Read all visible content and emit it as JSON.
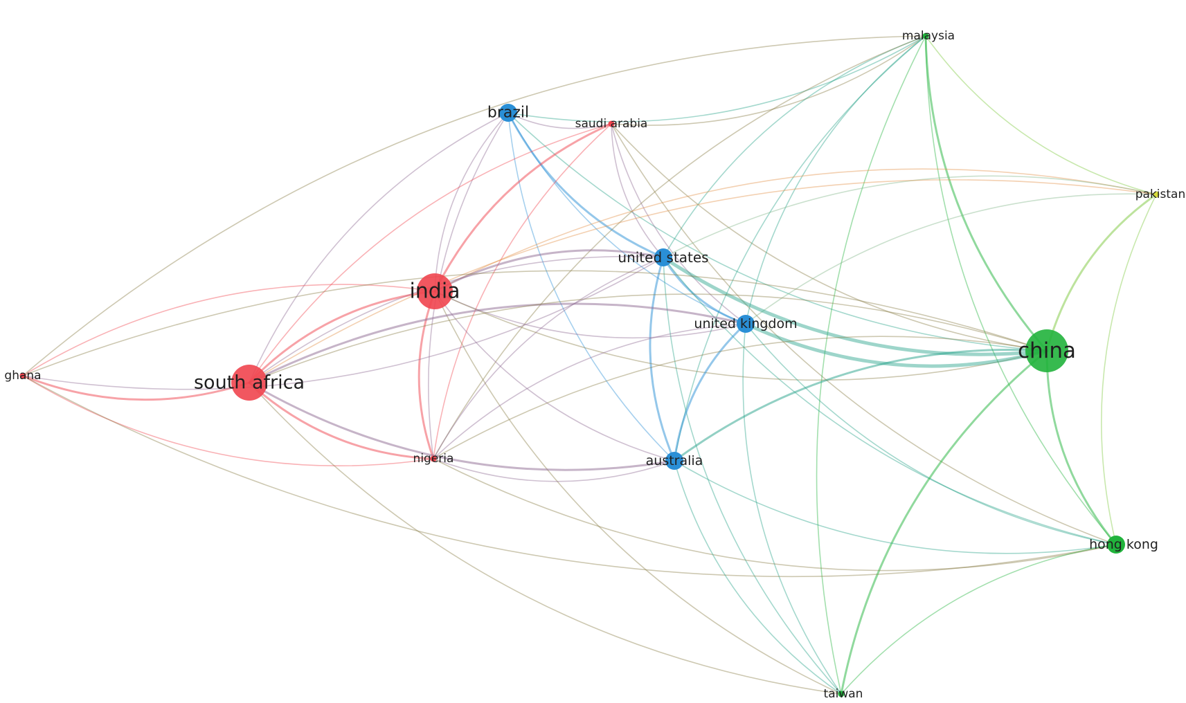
{
  "clusters": {
    "red": "#f0454f",
    "blue": "#2a8fd6",
    "green": "#21b33c",
    "yellow": "#d7dc3a"
  },
  "nodes": [
    {
      "id": "brazil",
      "label": "brazil",
      "cluster": "blue",
      "weight": 2
    },
    {
      "id": "saudi_arabia",
      "label": "saudi arabia",
      "cluster": "red",
      "weight": 1
    },
    {
      "id": "malaysia",
      "label": "malaysia",
      "cluster": "green",
      "weight": 1
    },
    {
      "id": "pakistan",
      "label": "pakistan",
      "cluster": "yellow",
      "weight": 1
    },
    {
      "id": "united_states",
      "label": "united states",
      "cluster": "blue",
      "weight": 2
    },
    {
      "id": "india",
      "label": "india",
      "cluster": "red",
      "weight": 4
    },
    {
      "id": "united_kingdom",
      "label": "united kingdom",
      "cluster": "blue",
      "weight": 2
    },
    {
      "id": "china",
      "label": "china",
      "cluster": "green",
      "weight": 5
    },
    {
      "id": "ghana",
      "label": "ghana",
      "cluster": "red",
      "weight": 1
    },
    {
      "id": "south_africa",
      "label": "south africa",
      "cluster": "red",
      "weight": 4
    },
    {
      "id": "nigeria",
      "label": "nigeria",
      "cluster": "red",
      "weight": 1
    },
    {
      "id": "australia",
      "label": "australia",
      "cluster": "blue",
      "weight": 2
    },
    {
      "id": "hong_kong",
      "label": "hong kong",
      "cluster": "green",
      "weight": 2
    },
    {
      "id": "taiwan",
      "label": "taiwan",
      "cluster": "green",
      "weight": 1
    }
  ],
  "links": [
    [
      "brazil",
      "malaysia",
      1
    ],
    [
      "brazil",
      "south_africa",
      1
    ],
    [
      "brazil",
      "india",
      1
    ],
    [
      "brazil",
      "united_states",
      2
    ],
    [
      "brazil",
      "united_kingdom",
      1
    ],
    [
      "brazil",
      "australia",
      1
    ],
    [
      "brazil",
      "nigeria",
      1
    ],
    [
      "brazil",
      "saudi_arabia",
      1
    ],
    [
      "brazil",
      "china",
      1
    ],
    [
      "saudi_arabia",
      "india",
      2
    ],
    [
      "saudi_arabia",
      "south_africa",
      1
    ],
    [
      "saudi_arabia",
      "united_states",
      1
    ],
    [
      "saudi_arabia",
      "united_kingdom",
      1
    ],
    [
      "saudi_arabia",
      "malaysia",
      1
    ],
    [
      "saudi_arabia",
      "china",
      1
    ],
    [
      "saudi_arabia",
      "nigeria",
      1
    ],
    [
      "saudi_arabia",
      "hong_kong",
      1
    ],
    [
      "malaysia",
      "china",
      2
    ],
    [
      "malaysia",
      "united_states",
      1
    ],
    [
      "malaysia",
      "united_kingdom",
      1
    ],
    [
      "malaysia",
      "australia",
      1
    ],
    [
      "malaysia",
      "hong_kong",
      1
    ],
    [
      "malaysia",
      "taiwan",
      1
    ],
    [
      "malaysia",
      "ghana",
      1
    ],
    [
      "malaysia",
      "nigeria",
      1
    ],
    [
      "malaysia",
      "pakistan",
      1
    ],
    [
      "pakistan",
      "china",
      2
    ],
    [
      "pakistan",
      "india",
      1
    ],
    [
      "pakistan",
      "united_states",
      1
    ],
    [
      "pakistan",
      "united_kingdom",
      1
    ],
    [
      "pakistan",
      "south_africa",
      1
    ],
    [
      "pakistan",
      "hong_kong",
      1
    ],
    [
      "united_states",
      "china",
      3
    ],
    [
      "united_states",
      "india",
      2
    ],
    [
      "united_states",
      "south_africa",
      1
    ],
    [
      "united_states",
      "united_kingdom",
      2
    ],
    [
      "united_states",
      "australia",
      2
    ],
    [
      "united_states",
      "nigeria",
      1
    ],
    [
      "united_states",
      "hong_kong",
      1
    ],
    [
      "united_states",
      "taiwan",
      1
    ],
    [
      "india",
      "south_africa",
      2
    ],
    [
      "india",
      "nigeria",
      2
    ],
    [
      "india",
      "united_kingdom",
      1
    ],
    [
      "india",
      "australia",
      1
    ],
    [
      "india",
      "china",
      1
    ],
    [
      "india",
      "taiwan",
      1
    ],
    [
      "india",
      "ghana",
      1
    ],
    [
      "united_kingdom",
      "china",
      3
    ],
    [
      "united_kingdom",
      "australia",
      2
    ],
    [
      "united_kingdom",
      "south_africa",
      2
    ],
    [
      "united_kingdom",
      "nigeria",
      1
    ],
    [
      "united_kingdom",
      "hong_kong",
      1
    ],
    [
      "united_kingdom",
      "taiwan",
      1
    ],
    [
      "china",
      "australia",
      2
    ],
    [
      "china",
      "hong_kong",
      2
    ],
    [
      "china",
      "taiwan",
      2
    ],
    [
      "china",
      "south_africa",
      1
    ],
    [
      "china",
      "nigeria",
      1
    ],
    [
      "china",
      "ghana",
      1
    ],
    [
      "ghana",
      "south_africa",
      2
    ],
    [
      "ghana",
      "nigeria",
      1
    ],
    [
      "ghana",
      "united_states",
      1
    ],
    [
      "ghana",
      "hong_kong",
      1
    ],
    [
      "south_africa",
      "nigeria",
      2
    ],
    [
      "south_africa",
      "australia",
      2
    ],
    [
      "south_africa",
      "taiwan",
      1
    ],
    [
      "nigeria",
      "australia",
      1
    ],
    [
      "nigeria",
      "hong_kong",
      1
    ],
    [
      "australia",
      "hong_kong",
      1
    ],
    [
      "australia",
      "taiwan",
      1
    ],
    [
      "hong_kong",
      "taiwan",
      1
    ]
  ]
}
